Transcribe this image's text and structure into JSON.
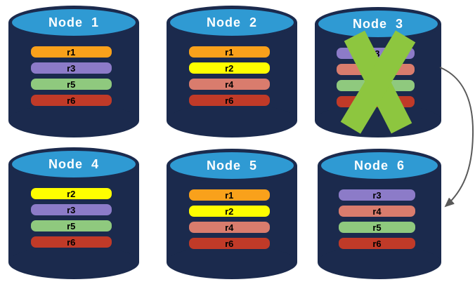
{
  "diagram": {
    "kind": "database-replication-failover-diagram",
    "nodes": [
      {
        "name": "Node  1",
        "failed": false,
        "rows": [
          {
            "label": "r1",
            "color": "#F9A11B"
          },
          {
            "label": "r3",
            "color": "#8C7BC8"
          },
          {
            "label": "r5",
            "color": "#8FC97E"
          },
          {
            "label": "r6",
            "color": "#C03A28"
          }
        ]
      },
      {
        "name": "Node  2",
        "failed": false,
        "rows": [
          {
            "label": "r1",
            "color": "#F9A11B"
          },
          {
            "label": "r2",
            "color": "#FEFE00"
          },
          {
            "label": "r4",
            "color": "#D97C6D"
          },
          {
            "label": "r6",
            "color": "#C03A28"
          }
        ]
      },
      {
        "name": "Node  3",
        "failed": true,
        "rows": [
          {
            "label": "r3",
            "color": "#8C7BC8"
          },
          {
            "label": "",
            "color": "#D97C6D"
          },
          {
            "label": "",
            "color": "#8FC97E"
          },
          {
            "label": "",
            "color": "#C03A28"
          }
        ]
      },
      {
        "name": "Node  4",
        "failed": false,
        "rows": [
          {
            "label": "r2",
            "color": "#FEFE00"
          },
          {
            "label": "r3",
            "color": "#8C7BC8"
          },
          {
            "label": "r5",
            "color": "#8FC97E"
          },
          {
            "label": "r6",
            "color": "#C03A28"
          }
        ]
      },
      {
        "name": "Node  5",
        "failed": false,
        "rows": [
          {
            "label": "r1",
            "color": "#F9A11B"
          },
          {
            "label": "r2",
            "color": "#FEFE00"
          },
          {
            "label": "r4",
            "color": "#D97C6D"
          },
          {
            "label": "r6",
            "color": "#C03A28"
          }
        ]
      },
      {
        "name": "Node  6",
        "failed": false,
        "rows": [
          {
            "label": "r3",
            "color": "#8C7BC8"
          },
          {
            "label": "r4",
            "color": "#D97C6D"
          },
          {
            "label": "r5",
            "color": "#8FC97E"
          },
          {
            "label": "r6",
            "color": "#C03A28"
          }
        ]
      }
    ],
    "arrow": {
      "from": "Node 3",
      "to": "Node 6",
      "color": "#595959"
    },
    "failure_mark_color": "#8DC63F",
    "colors": {
      "cylinder_body": "#1B2A4D",
      "cylinder_top": "#2F9AD3",
      "title_text": "#FFFFFF",
      "row_text": "#000000",
      "background": "#FFFFFF"
    }
  }
}
